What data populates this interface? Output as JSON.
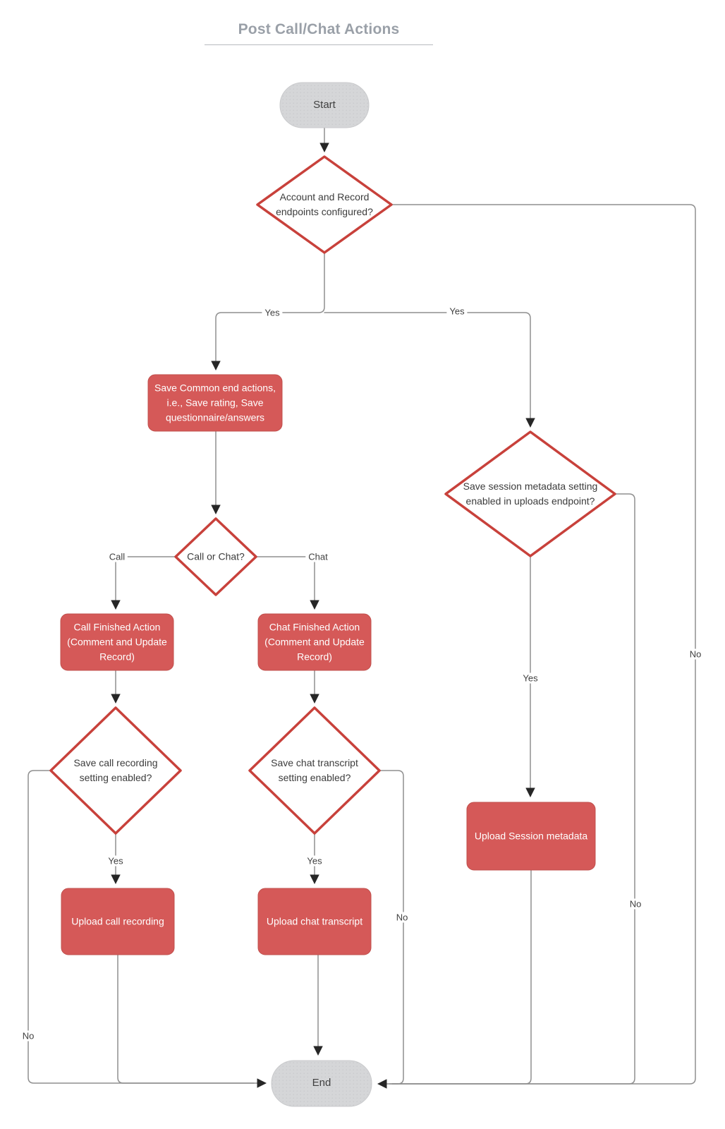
{
  "title": {
    "text": "Post Call/Chat Actions"
  },
  "colors": {
    "process_fill": "#d55958",
    "process_border": "#c0504d",
    "decision_border": "#c8413b",
    "terminal_fill": "#d5d6d8",
    "connector": "#8f8f8f",
    "arrowhead": "#262626",
    "title_text": "#9aa0a8"
  },
  "nodes": {
    "start": {
      "type": "terminator",
      "label": "Start"
    },
    "endpoints_configured": {
      "type": "decision",
      "label": "Account and Record\nendpoints configured?"
    },
    "save_common": {
      "type": "process",
      "label": "Save Common end actions,\ni.e., Save rating, Save\nquestionnaire/answers"
    },
    "save_session_metadata": {
      "type": "decision",
      "label": "Save session metadata setting\nenabled in uploads endpoint?"
    },
    "call_or_chat": {
      "type": "decision",
      "label": "Call or Chat?"
    },
    "call_finished": {
      "type": "process",
      "label": "Call Finished Action\n(Comment and Update\nRecord)"
    },
    "chat_finished": {
      "type": "process",
      "label": "Chat Finished Action\n(Comment and Update\nRecord)"
    },
    "save_call_recording": {
      "type": "decision",
      "label": "Save call recording\nsetting enabled?"
    },
    "save_chat_transcript": {
      "type": "decision",
      "label": "Save chat transcript\nsetting enabled?"
    },
    "upload_call_recording": {
      "type": "process",
      "label": "Upload call recording"
    },
    "upload_chat_transcript": {
      "type": "process",
      "label": "Upload chat transcript"
    },
    "upload_session_metadata": {
      "type": "process",
      "label": "Upload Session metadata"
    },
    "end": {
      "type": "terminator",
      "label": "End"
    }
  },
  "edge_labels": {
    "yes_to_save_common": "Yes",
    "yes_to_session_check": "Yes",
    "no_endpoints": "No",
    "call": "Call",
    "chat": "Chat",
    "yes_call_recording": "Yes",
    "yes_chat_transcript": "Yes",
    "yes_session": "Yes",
    "no_call_recording": "No",
    "no_chat_transcript": "No",
    "no_session": "No"
  }
}
